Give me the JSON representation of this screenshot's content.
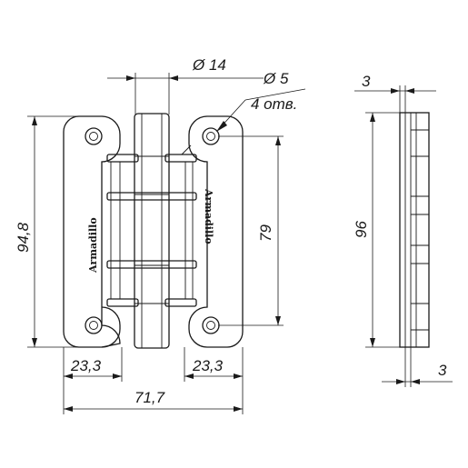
{
  "drawing": {
    "logo_text": "Armadillo",
    "dimensions": {
      "pin_diameter": "Ø 14",
      "hole_diameter": "Ø 5",
      "hole_count": "4 отв.",
      "plate_height": "94,8",
      "hole_spacing": "79",
      "left_leaf_width": "23,3",
      "right_leaf_width": "23,3",
      "total_width": "71,7",
      "side_height": "96",
      "side_top_thickness": "3",
      "side_bottom_thickness": "3"
    }
  }
}
